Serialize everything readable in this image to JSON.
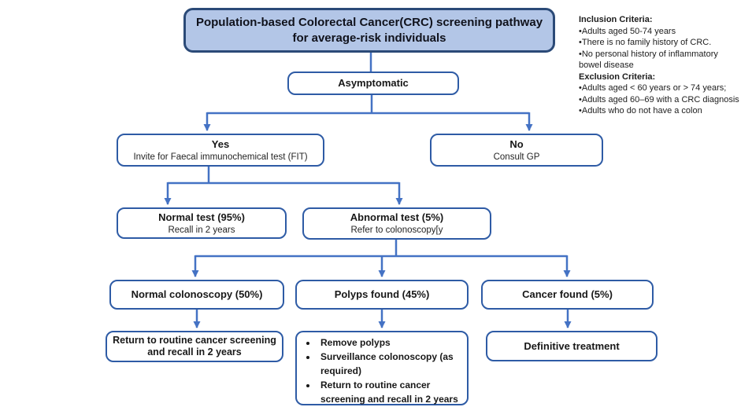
{
  "title": {
    "text": "Population-based Colorectal Cancer(CRC) screening pathway for average-risk individuals"
  },
  "criteria": {
    "inclusion_heading": "Inclusion Criteria:",
    "inclusion_lines": [
      "•Adults aged 50-74 years",
      "•There is no family history of CRC.",
      "•No personal history of inflammatory",
      "bowel disease"
    ],
    "exclusion_heading": "Exclusion Criteria:",
    "exclusion_lines": [
      "•Adults aged < 60 years or > 74 years;",
      "•Adults aged 60–69 with a CRC diagnosis",
      "•Adults who do not have a colon"
    ]
  },
  "nodes": {
    "asymptomatic": {
      "title": "Asymptomatic"
    },
    "yes": {
      "title": "Yes",
      "subtitle": "Invite for Faecal immunochemical test (FIT)"
    },
    "no": {
      "title": "No",
      "subtitle": "Consult GP"
    },
    "normal_test": {
      "title": "Normal test (95%)",
      "subtitle": "Recall in 2 years"
    },
    "abnormal_test": {
      "title": "Abnormal test (5%)",
      "subtitle": "Refer to colonoscopy[y"
    },
    "normal_colonoscopy": {
      "title": "Normal colonoscopy (50%)"
    },
    "polyps_found": {
      "title": "Polyps found (45%)"
    },
    "cancer_found": {
      "title": "Cancer found (5%)"
    },
    "return_routine": {
      "title": "Return to routine  cancer screening and recall in 2 years"
    },
    "polyps_actions": {
      "bullets": [
        "Remove polyps",
        "Surveillance colonoscopy (as required)",
        "Return to routine  cancer screening and recall in 2 years"
      ]
    },
    "definitive_treatment": {
      "title": "Definitive treatment"
    }
  },
  "colors": {
    "connector_blue": "#4472C4",
    "box_border_blue": "#2E5BA5",
    "title_fill_light_blue": "#B3C6E7",
    "title_border_navy": "#2B4A77",
    "background": "#FFFFFF",
    "text": "#181818"
  }
}
